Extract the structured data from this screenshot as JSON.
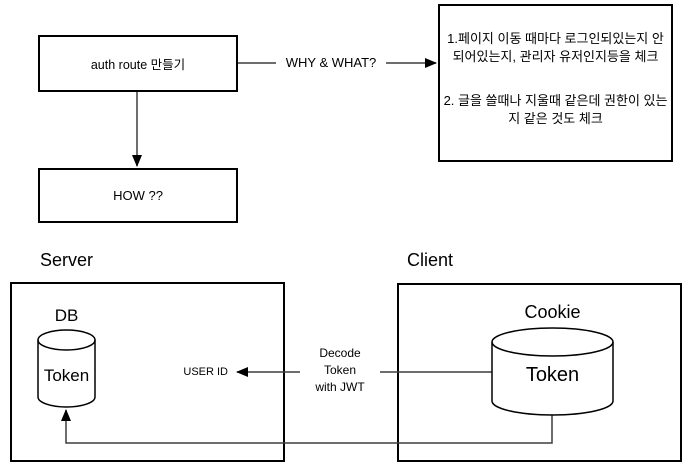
{
  "diagram": {
    "auth_box": {
      "label": "auth route 만들기"
    },
    "why_arrow": {
      "label": "WHY & WHAT?"
    },
    "note_box": {
      "paragraph1": "1.페이지 이동 때마다 로그인되있는지 안되어있는지, 관리자 유저인지등을 체크",
      "paragraph2": "2. 글을 쓸때나 지울때 같은데 권한이 있는지 같은 것도 체크"
    },
    "how_box": {
      "label": "HOW ??"
    },
    "server": {
      "label": "Server",
      "db": {
        "label": "DB",
        "token": "Token"
      }
    },
    "client": {
      "label": "Client",
      "cookie": {
        "label": "Cookie",
        "token": "Token"
      }
    },
    "user_id_label": "USER ID",
    "decode_label": "Decode\nToken\nwith JWT",
    "colors": {
      "shape_stroke": "#000000",
      "connector": "#3d3d3d",
      "background": "#ffffff"
    }
  }
}
